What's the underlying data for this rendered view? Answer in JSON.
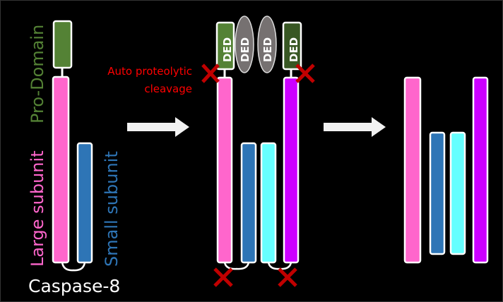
{
  "labels": {
    "pro_domain": "Pro-Domain",
    "large_subunit": "Large subunit",
    "small_subunit": "Small subunit",
    "caspase": "Caspase-8",
    "cleavage_line1": "Auto proteolytic",
    "cleavage_line2": "cleavage",
    "ded": [
      "DED",
      "DED",
      "DED",
      "DED"
    ]
  },
  "colors": {
    "pro_domain": "#548235",
    "ded_dark": "#385723",
    "ded_gray": "#767171",
    "large": "#ff66cc",
    "small": "#2e75b6",
    "cyan": "#66ffff",
    "purple": "#cc00ff",
    "cleavage": "#ff0000",
    "cross": "#c00000"
  }
}
